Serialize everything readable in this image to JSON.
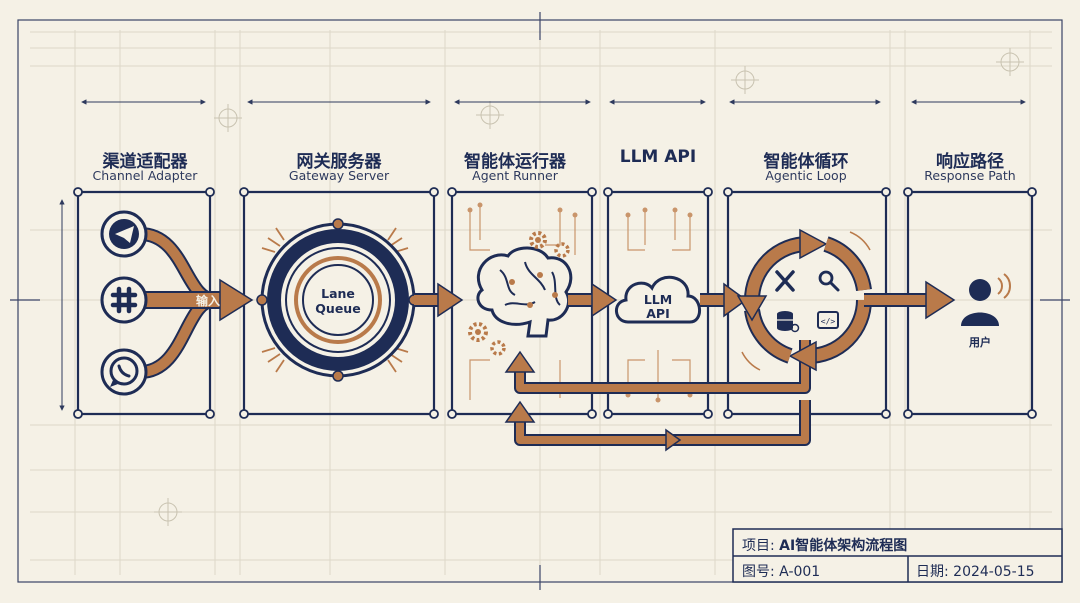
{
  "colors": {
    "navy": "#1e2c55",
    "copper": "#b97a4a",
    "paper": "#f5f1e6",
    "grid": "#d8d3c3"
  },
  "stages": [
    {
      "cn": "渠道适配器",
      "en": "Channel Adapter"
    },
    {
      "cn": "网关服务器",
      "en": "Gateway Server"
    },
    {
      "cn": "智能体运行器",
      "en": "Agent Runner"
    },
    {
      "cn": "LLM API",
      "en": ""
    },
    {
      "cn": "智能体循环",
      "en": "Agentic Loop"
    },
    {
      "cn": "响应路径",
      "en": "Response Path"
    }
  ],
  "channels": {
    "icons": [
      "telegram-icon",
      "slack-icon",
      "whatsapp-icon"
    ],
    "input_label": "输入"
  },
  "gateway": {
    "queue_label_1": "Lane",
    "queue_label_2": "Queue"
  },
  "llm": {
    "cloud_label_1": "LLM",
    "cloud_label_2": "API"
  },
  "loop": {
    "tool_icons": [
      "tools-icon",
      "search-icon",
      "database-icon",
      "code-icon"
    ]
  },
  "response": {
    "user_label": "用户"
  },
  "title_block": {
    "project_label": "项目:",
    "project_value": "AI智能体架构流程图",
    "drawing_no_label": "图号:",
    "drawing_no_value": "A-001",
    "date_label": "日期:",
    "date_value": "2024-05-15"
  }
}
